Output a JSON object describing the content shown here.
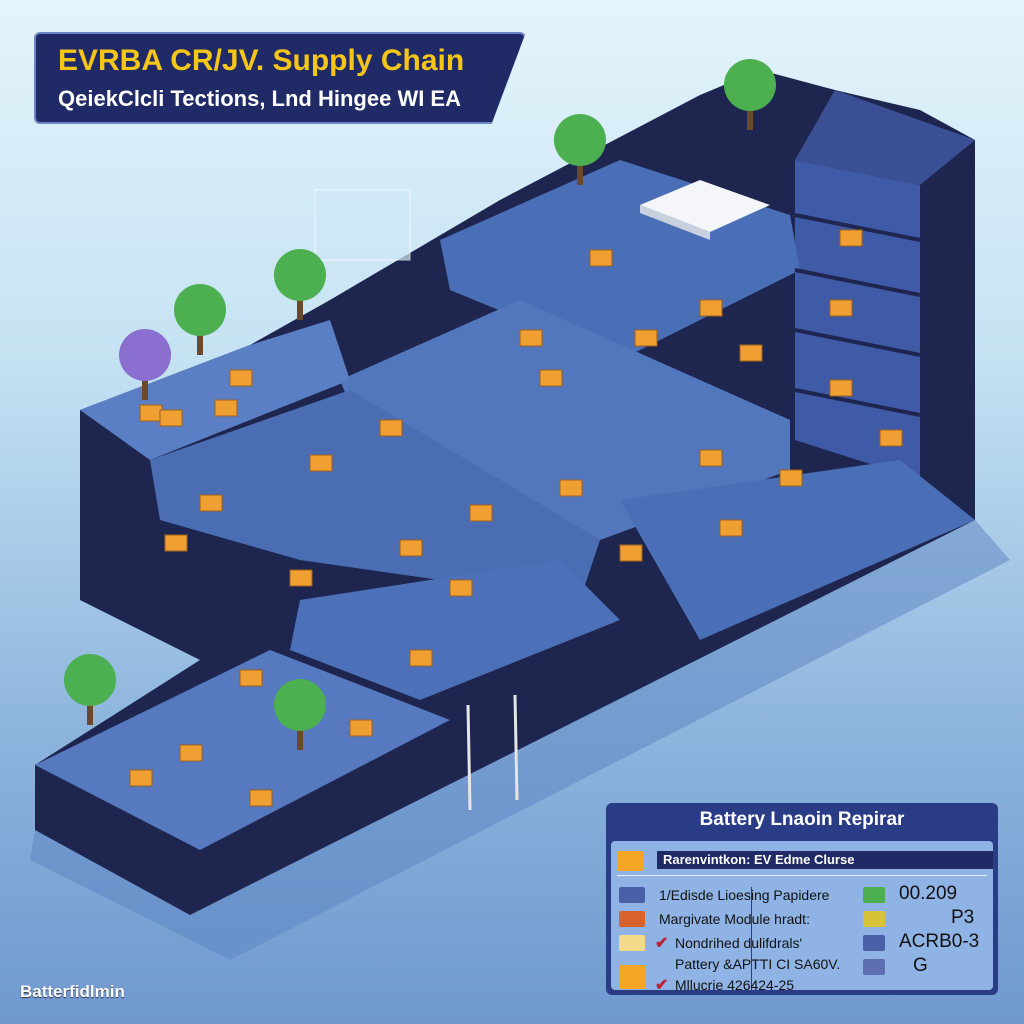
{
  "banner": {
    "title": "EVRBA CR/JV. Supply Chain",
    "subtitle": "QeiekClcli Tections, Lnd Hingee WI EA"
  },
  "panel": {
    "title": "Battery Lnaoin Repirar",
    "header_bar": "Rarenvintkon:  EV Edme Clurse",
    "left_items": [
      {
        "label": "1/Edisde Lioesing Papidere"
      },
      {
        "label": "Margivate Module hradt:"
      },
      {
        "label": "Nondrihed dulifdrals'",
        "checked": true
      },
      {
        "label": "Pattery &APTTI CI SA60V."
      },
      {
        "label": "Mllucrie 426424-25",
        "checked": true
      }
    ],
    "right_values": [
      "00.209",
      "P3",
      "ACRB0-3",
      "G",
      ""
    ]
  },
  "footer": {
    "logo_text": "Batterfidlmin"
  },
  "colors": {
    "banner_bg": "#1f2a66",
    "title_yellow": "#f5c518",
    "building_side": "#1e2650",
    "floor_blue": "#4b6fb6",
    "crate_orange": "#f0a032"
  }
}
